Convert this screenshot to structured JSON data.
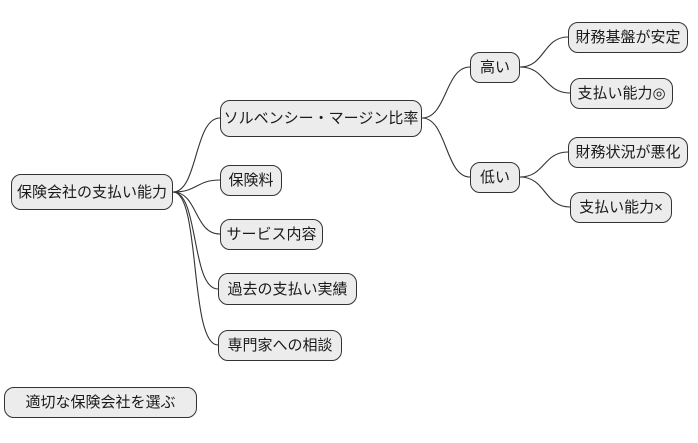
{
  "diagram": {
    "type": "mindmap",
    "background": "#ffffff",
    "node_fill": "#ececec",
    "node_border_color": "#333333",
    "edge_color": "#333333",
    "nodes": {
      "root": {
        "label": "保険会社の支払い能力"
      },
      "solvency": {
        "label": "ソルベンシー・マージン比率"
      },
      "premium": {
        "label": "保険料"
      },
      "service": {
        "label": "サービス内容"
      },
      "history": {
        "label": "過去の支払い実績"
      },
      "expert": {
        "label": "専門家への相談"
      },
      "high": {
        "label": "高い"
      },
      "low": {
        "label": "低い"
      },
      "stable": {
        "label": "財務基盤が安定"
      },
      "ability_good": {
        "label": "支払い能力◎"
      },
      "worse": {
        "label": "財務状況が悪化"
      },
      "ability_bad": {
        "label": "支払い能力×"
      },
      "conclusion": {
        "label": "適切な保険会社を選ぶ"
      }
    },
    "edges": [
      {
        "from": "root",
        "to": "solvency"
      },
      {
        "from": "root",
        "to": "premium"
      },
      {
        "from": "root",
        "to": "service"
      },
      {
        "from": "root",
        "to": "history"
      },
      {
        "from": "root",
        "to": "expert"
      },
      {
        "from": "solvency",
        "to": "high"
      },
      {
        "from": "solvency",
        "to": "low"
      },
      {
        "from": "high",
        "to": "stable"
      },
      {
        "from": "high",
        "to": "ability_good"
      },
      {
        "from": "low",
        "to": "worse"
      },
      {
        "from": "low",
        "to": "ability_bad"
      }
    ]
  }
}
